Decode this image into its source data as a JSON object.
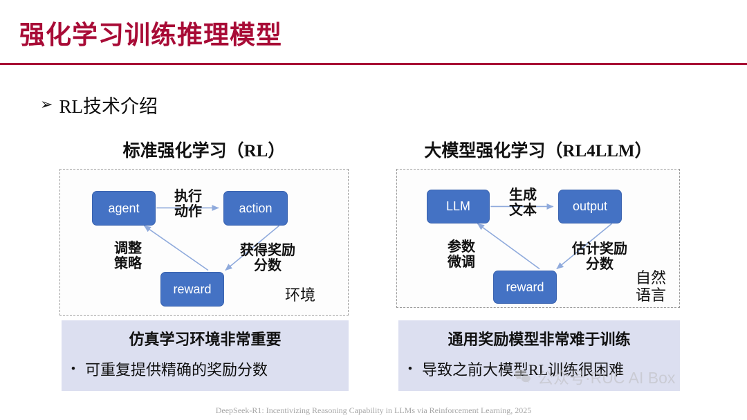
{
  "slide": {
    "title": "强化学习训练推理模型",
    "accent_color": "#A80B36",
    "subheading": "RL技术介绍",
    "arrow_bullet": "➢"
  },
  "panels": [
    {
      "title": "标准强化学习（RL）",
      "nodes": [
        {
          "id": "agent",
          "label": "agent"
        },
        {
          "id": "action",
          "label": "action"
        },
        {
          "id": "reward",
          "label": "reward"
        }
      ],
      "edge_labels": {
        "top": "执行\n动作",
        "left": "调整\n策略",
        "right": "获得奖励\n分数"
      },
      "env_name": "环境",
      "takeaway": {
        "heading": "仿真学习环境非常重要",
        "bullet": "•",
        "item": "可重复提供精确的奖励分数"
      }
    },
    {
      "title": "大模型强化学习（RL4LLM）",
      "nodes": [
        {
          "id": "llm",
          "label": "LLM"
        },
        {
          "id": "output",
          "label": "output"
        },
        {
          "id": "reward",
          "label": "reward"
        }
      ],
      "edge_labels": {
        "top": "生成\n文本",
        "left": "参数\n微调",
        "right": "估计奖励\n分数"
      },
      "env_name": "自然\n语言",
      "takeaway": {
        "heading": "通用奖励模型非常难于训练",
        "bullet": "•",
        "item": "导致之前大模型RL训练很困难"
      }
    }
  ],
  "citation": "DeepSeek-R1: Incentivizing Reasoning Capability in LLMs via Reinforcement Learning, 2025",
  "watermark": {
    "text": "公众号·RUC AI Box",
    "icon": "wechat-icon"
  },
  "colors": {
    "node_fill": "#4472C4",
    "takeaway_fill": "#DCDFF0",
    "arrow": "#8FAADC"
  }
}
